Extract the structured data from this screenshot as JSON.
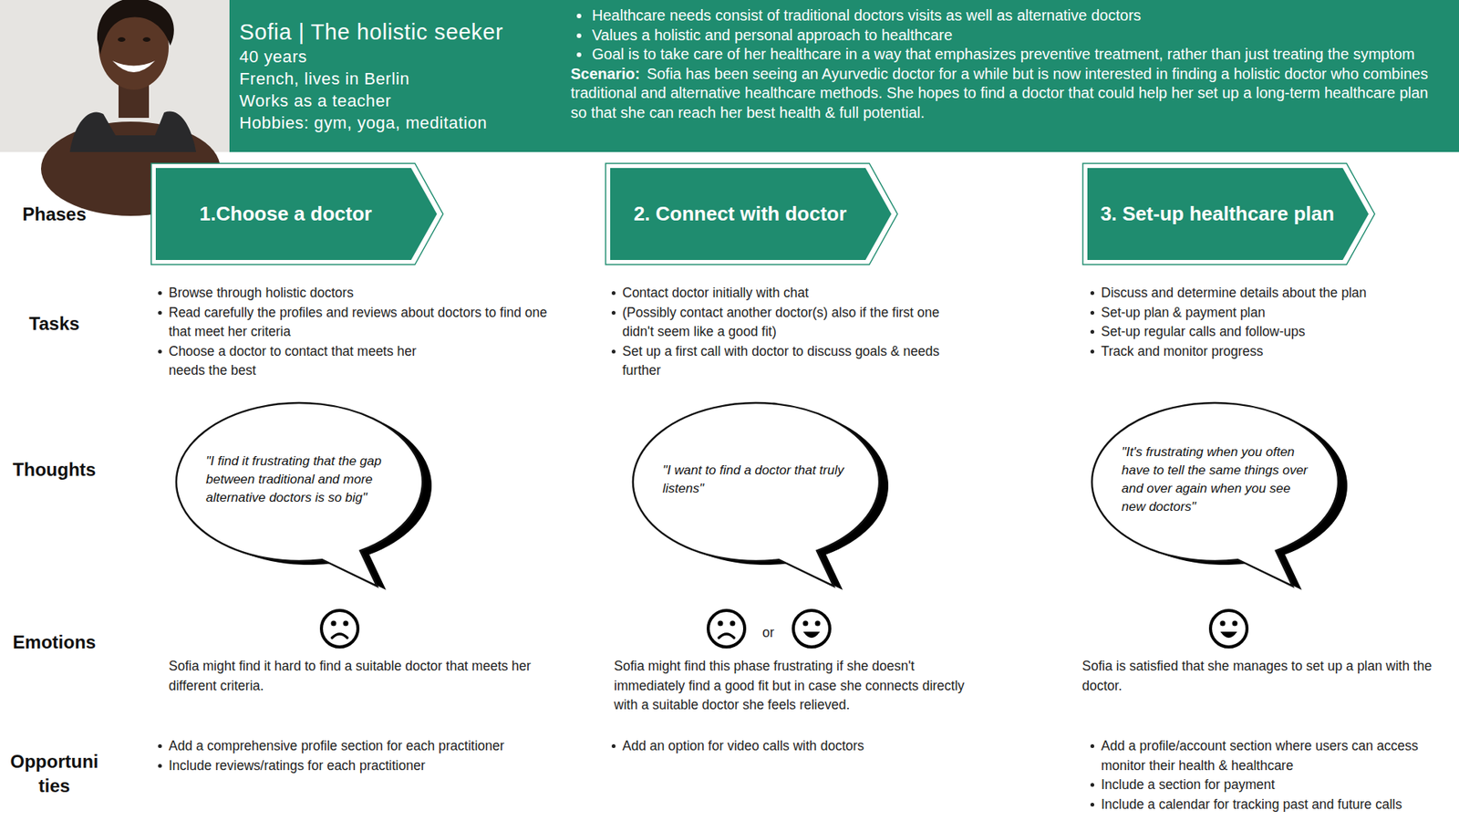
{
  "diagram": {
    "nodes": [
      {
        "text": [
          "Sofia | The holistic seeker",
          "40 years",
          "French, lives in Berlin",
          "Works as a teacher",
          "Hobbies: gym, yoga, meditation",
          "Healthcare needs consist of traditional doctors visits as well as alternative doctors",
          "Values a holistic and personal approach to healthcare",
          "Goal is to take care of her healthcare in a way that emphasizes preventive treatment, rather than just treating the symptom",
          "Scenario:",
          "Sofia has been seeing an Ayurvedic doctor for a while but is now interested in finding a holistic doctor who combines traditional and alternative healthcare methods. She hopes to find a doctor that could help her set up a long-term healthcare plan so that she can reach her best health & full potential."
        ]
      },
      {
        "text": [
          "1.Choose a doctor"
        ]
      },
      {
        "text": [
          "2. Connect with doctor"
        ]
      },
      {
        "text": [
          "3. Set-up healthcare plan"
        ]
      },
      {
        "text": [
          "\"I find it frustrating that the gap between traditional and more alternative doctors is so big\""
        ]
      },
      {
        "text": [
          "\"I want to find a doctor that truly listens\""
        ]
      },
      {
        "text": [
          "\"It's frustrating when you often have to tell the same things over and over again when you see new doctors\""
        ]
      }
    ],
    "labels": [
      "Phases",
      "Tasks",
      "Thoughts",
      "Emotions",
      "Opportuni ties",
      "Browse through holistic doctors",
      "Read carefully the profiles and reviews about doctors to find one that meet her criteria",
      "Choose a doctor to contact that meets her needs the best",
      "Contact doctor initially with chat",
      "(Possibly contact another doctor(s) also if the first one didn't seem like a good fit)",
      "Set up a first call with doctor to discuss goals & needs further",
      "Discuss and determine details about the plan",
      "Set-up plan & payment plan",
      "Set-up regular calls and follow-ups",
      "Track and monitor progress",
      "Sofia might find it hard to find a suitable doctor that meets her different criteria.",
      "or",
      "Sofia might find this phase frustrating if she doesn't immediately find a good fit but in case she connects directly with a suitable doctor she feels relieved.",
      "Sofia is satisfied that she manages to set up a plan with the doctor.",
      "Add a comprehensive profile section for each practitioner",
      "Include reviews/ratings for each practitioner",
      "Add an option for video calls with doctors",
      "Add a profile/account section where users can access monitor their health & healthcare",
      "Include a section for payment",
      "Include a calendar for tracking past and future calls"
    ]
  }
}
